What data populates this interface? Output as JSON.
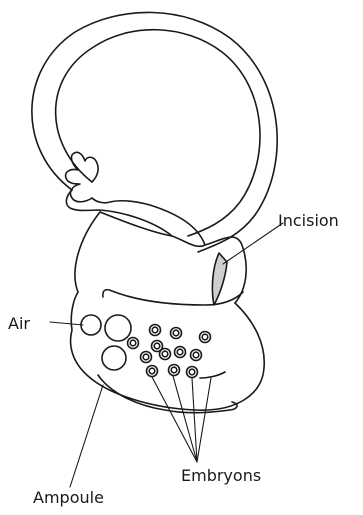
{
  "labels": {
    "incision": "Incision",
    "air": "Air",
    "embryons": "Embryons",
    "ampoule": "Ampoule"
  },
  "colors": {
    "line": "#1a1a1a",
    "incision_fill": "#cfcfcf",
    "background": "#ffffff"
  }
}
